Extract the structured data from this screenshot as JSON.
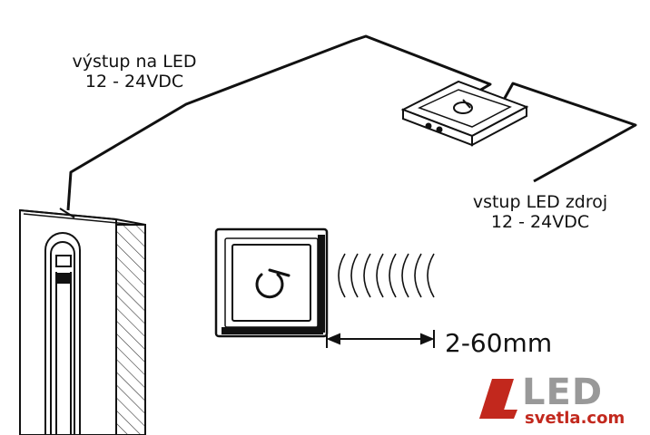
{
  "labels": {
    "output": [
      "výstup na LED",
      "12 - 24VDC"
    ],
    "input": [
      "vstup LED zdroj",
      "12 - 24VDC"
    ],
    "distance": "2-60mm"
  },
  "logo": {
    "text": "LED",
    "subtext": "svetla.com",
    "accent_color": "#c2281d",
    "text_color": "#999999"
  },
  "icons": {
    "sensor": "power-icon",
    "waves": "sensor-waves-icon"
  }
}
